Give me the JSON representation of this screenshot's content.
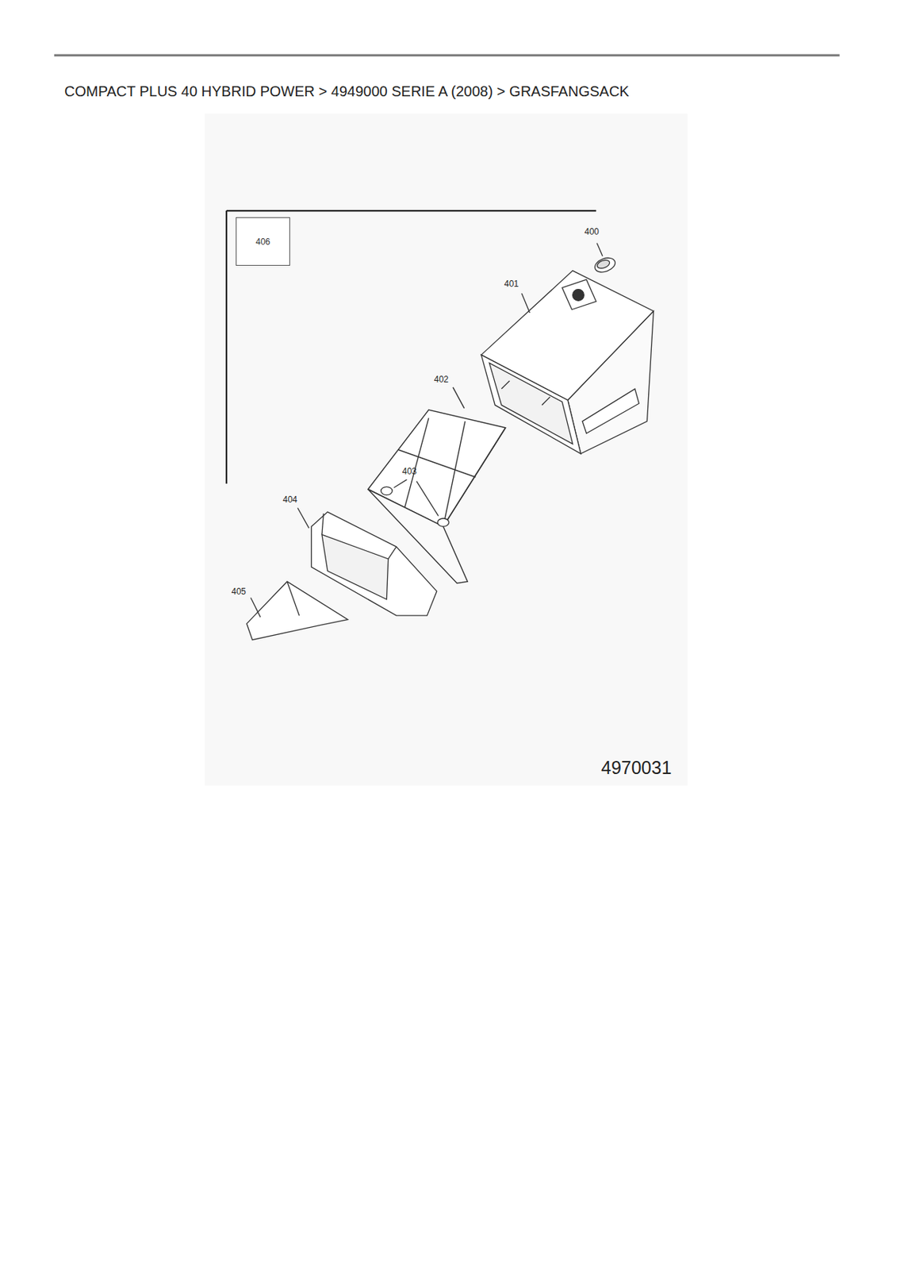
{
  "diagram": {
    "title": "COMPACT PLUS 40 HYBRID POWER  >  4949000 SERIE A (2008)  >  GRASFANGSACK",
    "nodes": [
      {
        "text": [
          "406"
        ]
      }
    ],
    "labels": [
      "400",
      "401",
      "402",
      "403",
      "404",
      "405",
      "4970031"
    ]
  }
}
